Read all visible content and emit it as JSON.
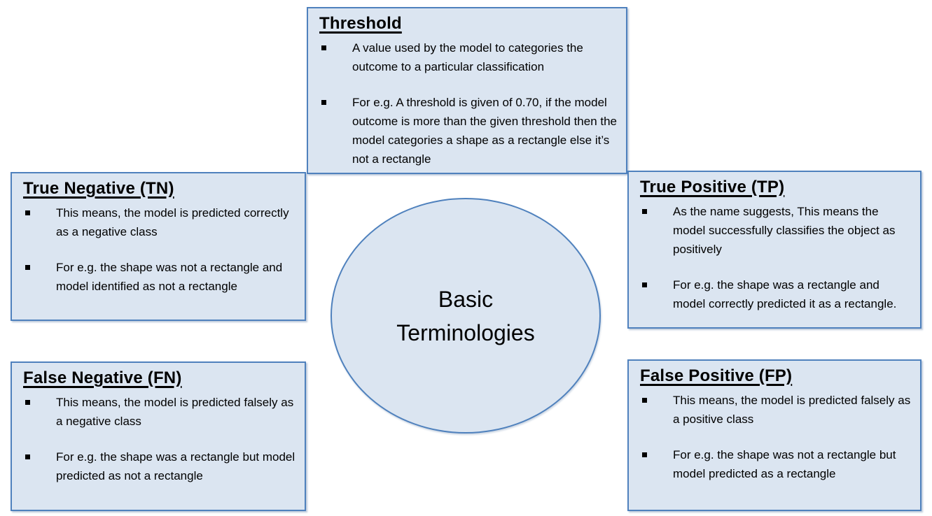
{
  "diagram": {
    "background": "#ffffff",
    "box_fill": "#dbe5f1",
    "box_border": "#4f81bd",
    "text_color": "#000000",
    "center": {
      "line1": "Basic",
      "line2": "Terminologies"
    },
    "boxes": {
      "threshold": {
        "title": "Threshold",
        "bullets": [
          "A value used by the model to categories the outcome to a particular classification",
          "For e.g. A threshold is given of 0.70, if the model outcome is more than the given threshold then the model categories a shape as a rectangle else it’s not a rectangle"
        ]
      },
      "true_negative": {
        "title": "True Negative (TN)",
        "bullets": [
          "This means, the model is predicted correctly as a negative class",
          "For e.g. the shape was not a rectangle and model identified as not a rectangle"
        ]
      },
      "false_negative": {
        "title": "False Negative (FN)",
        "bullets": [
          "This means, the model is predicted falsely as a negative class",
          "For e.g. the shape was a rectangle but model predicted as not a rectangle"
        ]
      },
      "true_positive": {
        "title": "True Positive (TP)",
        "bullets": [
          "As the name suggests, This means the model successfully classifies the object as positively",
          "For e.g. the shape was a rectangle and model correctly predicted it as a rectangle."
        ]
      },
      "false_positive": {
        "title": "False Positive (FP)",
        "bullets": [
          "This means, the model is predicted falsely as a positive class",
          "For e.g. the shape was not a rectangle but model predicted as a rectangle"
        ]
      }
    }
  }
}
